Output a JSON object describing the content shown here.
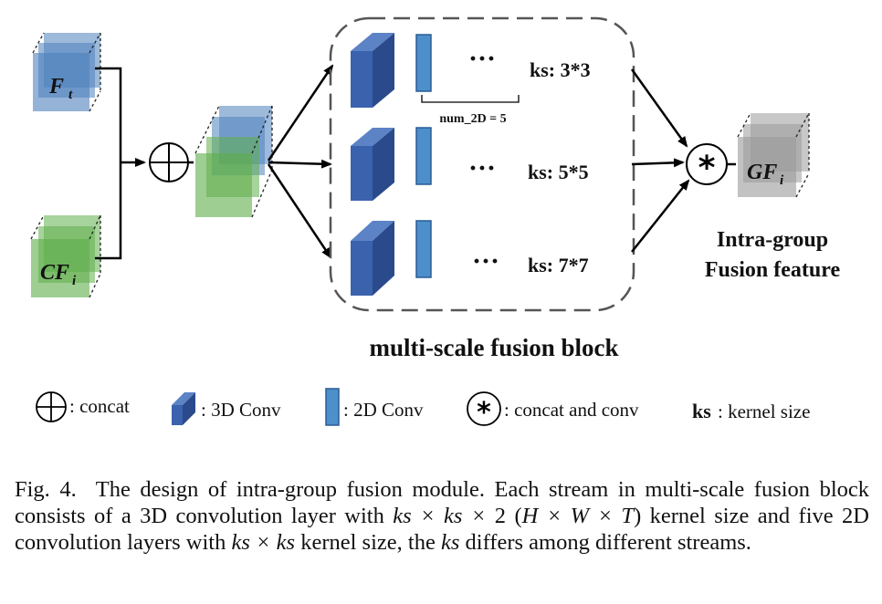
{
  "inputs": {
    "ft_label": "F",
    "ft_sub": "t",
    "cfi_label": "CF",
    "cfi_sub": "i"
  },
  "output": {
    "label": "GF",
    "sub": "i",
    "title_line1": "Intra-group",
    "title_line2": "Fusion feature"
  },
  "block": {
    "title": "multi-scale fusion block",
    "num2d_label": "num_2D = 5",
    "ellipsis": "···",
    "streams": [
      {
        "ks_label": "ks: 3*3"
      },
      {
        "ks_label": "ks: 5*5"
      },
      {
        "ks_label": "ks: 7*7"
      }
    ]
  },
  "legend": {
    "concat": ": concat",
    "conv3d": ": 3D Conv",
    "conv2d": ": 2D Conv",
    "concat_conv": ": concat and conv",
    "ks_key": "ks",
    "ks_desc": ": kernel size"
  },
  "caption": {
    "fig": "Fig. 4.",
    "t1": "The design of intra-group fusion module. Each stream in multi-scale fusion block consists of a 3D convolution layer with ",
    "m1": "ks × ks × ",
    "t2": "2 (",
    "m2": "H × W × T",
    "t3": ") kernel size and five 2D convolution layers with ",
    "m3": "ks × ks",
    "t4": " kernel size, the ",
    "m4": "ks",
    "t5": " differs among different streams."
  },
  "colors": {
    "blue_feature": "#4f81bd",
    "green_feature": "#5fae4b",
    "gray_feature": "#9a9a9a",
    "conv_front": "#3b62ad",
    "conv_top": "#5b83c6",
    "conv_side": "#2a4a8c",
    "conv2d_fill": "#4c8fcb"
  }
}
